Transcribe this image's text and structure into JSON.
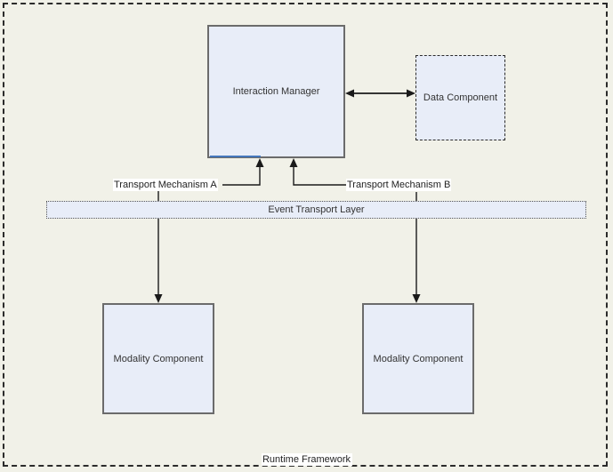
{
  "diagram": {
    "title": "Runtime Framework",
    "boxes": {
      "interaction_manager": {
        "label": "Interaction Manager"
      },
      "data_component": {
        "label": "Data Component"
      },
      "modality_component_left": {
        "label": "Modality Component"
      },
      "modality_component_right": {
        "label": "Modality Component"
      },
      "event_transport_layer": {
        "label": "Event Transport Layer"
      }
    },
    "connector_labels": {
      "transport_a": "Transport Mechanism A",
      "transport_b": "Transport Mechanism B"
    },
    "colors": {
      "background": "#f1f1e8",
      "box_fill": "#e8edf8",
      "box_border": "#6b6b6b",
      "dashed_border": "#2b2b2b",
      "line": "#1a1a1a",
      "accent_blue": "#4577bc",
      "label_background": "#ffffff",
      "text": "#333333"
    }
  }
}
